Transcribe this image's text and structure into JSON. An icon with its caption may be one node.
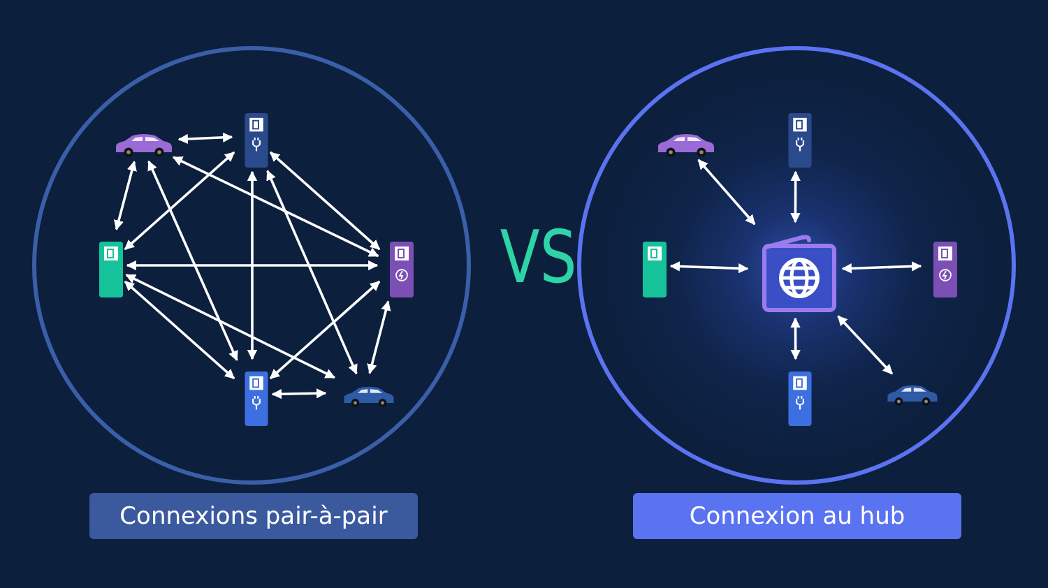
{
  "diagram": {
    "nodes": [
      {
        "text": [],
        "shape": "circle"
      },
      {
        "text": [],
        "shape": "car",
        "in": 0
      },
      {
        "text": [],
        "shape": "charger",
        "in": 0
      },
      {
        "text": [],
        "shape": "charger",
        "in": 0
      },
      {
        "text": [],
        "shape": "charger",
        "in": 0
      },
      {
        "text": [],
        "shape": "charger",
        "in": 0
      },
      {
        "text": [],
        "shape": "car",
        "in": 0
      },
      {
        "text": [
          "Connexions pair-à-pair"
        ]
      },
      {
        "text": [],
        "shape": "circle"
      },
      {
        "text": [],
        "shape": "car",
        "in": 8
      },
      {
        "text": [],
        "shape": "charger",
        "in": 8
      },
      {
        "text": [],
        "shape": "charger",
        "in": 8
      },
      {
        "text": [],
        "shape": "picture",
        "in": 8
      },
      {
        "text": [],
        "shape": "charger",
        "in": 8
      },
      {
        "text": [],
        "shape": "charger",
        "in": 8
      },
      {
        "text": [],
        "shape": "car",
        "in": 8
      },
      {
        "text": [
          "Connexion au hub"
        ]
      }
    ],
    "edges": [
      {
        "from": 1,
        "to": 2,
        "arrow": "both"
      },
      {
        "from": 1,
        "to": 3,
        "arrow": "both"
      },
      {
        "from": 1,
        "to": 5,
        "arrow": "both"
      },
      {
        "from": 1,
        "to": 4,
        "arrow": "both"
      },
      {
        "from": 2,
        "to": 3,
        "arrow": "both"
      },
      {
        "from": 2,
        "to": 4,
        "arrow": "both"
      },
      {
        "from": 2,
        "to": 5,
        "arrow": "both"
      },
      {
        "from": 2,
        "to": 6,
        "arrow": "both"
      },
      {
        "from": 3,
        "to": 4,
        "arrow": "both"
      },
      {
        "from": 3,
        "to": 5,
        "arrow": "both"
      },
      {
        "from": 3,
        "to": 6,
        "arrow": "both"
      },
      {
        "from": 4,
        "to": 5,
        "arrow": "both"
      },
      {
        "from": 4,
        "to": 6,
        "arrow": "both"
      },
      {
        "from": 5,
        "to": 6,
        "arrow": "both"
      },
      {
        "from": 9,
        "to": 12,
        "arrow": "both"
      },
      {
        "from": 10,
        "to": 12,
        "arrow": "both"
      },
      {
        "from": 11,
        "to": 12,
        "arrow": "both"
      },
      {
        "from": 12,
        "to": 13,
        "arrow": "both"
      },
      {
        "from": 12,
        "to": 14,
        "arrow": "both"
      },
      {
        "from": 12,
        "to": 15,
        "arrow": "both"
      }
    ],
    "labels": [
      "VS"
    ]
  }
}
